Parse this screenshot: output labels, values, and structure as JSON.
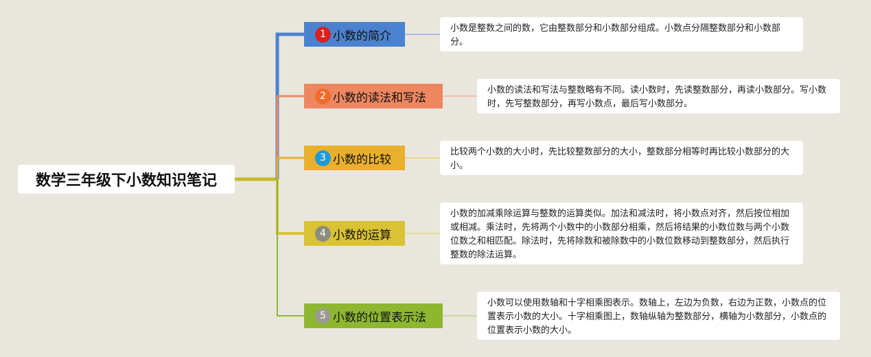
{
  "title": "数学三年级下小数知识笔记",
  "branches": [
    {
      "number": "1",
      "label": "小数的简介",
      "note": "小数是整数之间的数，它由整数部分和小数部分组成。小数点分隔整数部分和小数部分。",
      "color": "#4b82cf",
      "number_color": "#d9221e"
    },
    {
      "number": "2",
      "label": "小数的读法和写法",
      "note": "小数的读法和写法与整数略有不同。读小数时，先读整数部分，再读小数部分。写小数时，先写整数部分，再写小数点，最后写小数部分。",
      "color": "#ee8760",
      "number_color": "#f06c2a"
    },
    {
      "number": "3",
      "label": "小数的比较",
      "note": "比较两个小数的大小时，先比较整数部分的大小，整数部分相等时再比较小数部分的大小。",
      "color": "#eab02d",
      "number_color": "#1f9ad8"
    },
    {
      "number": "4",
      "label": "小数的运算",
      "note": "小数的加减乘除运算与整数的运算类似。加法和减法时，将小数点对齐，然后按位相加或相减。乘法时，先将两个小数中的小数部分相乘，然后将结果的小数位数与两个小数位数之和相匹配。除法时，先将除数和被除数中的小数位数移动到整数部分，然后执行整数的除法运算。",
      "color": "#d9c234",
      "number_color": "#8c8c80"
    },
    {
      "number": "5",
      "label": "小数的位置表示法",
      "note": "小数可以使用数轴和十字相乘图表示。数轴上，左边为负数，右边为正数，小数点的位置表示小数的大小。十字相乘图上，数轴纵轴为整数部分，横轴为小数部分，小数点的位置表示小数的大小。",
      "color": "#8db72f",
      "number_color": "#9c9a90"
    }
  ],
  "colors": {
    "background": "#e9e6dd",
    "root_line": "#c8b92a"
  }
}
